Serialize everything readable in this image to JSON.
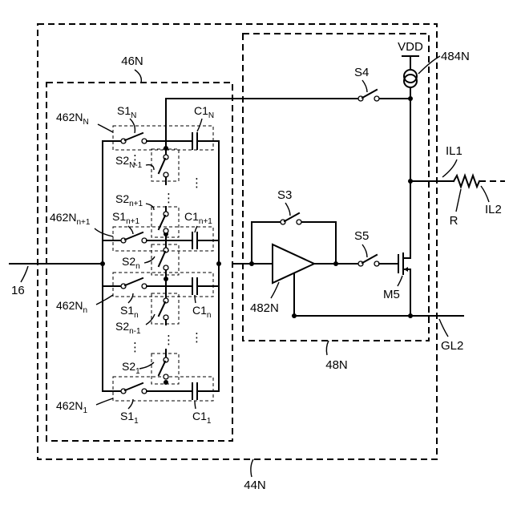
{
  "diagram": {
    "labels": {
      "vdd": "VDD",
      "ref_484n": "484N",
      "ref_46n": "46N",
      "s4": "S4",
      "s3": "S3",
      "s5": "S5",
      "il1": "IL1",
      "il2": "IL2",
      "r": "R",
      "m5": "M5",
      "ref_482n": "482N",
      "gl2": "GL2",
      "ref_48n": "48N",
      "ref_44n": "44N",
      "ref_16": "16",
      "dots": "⋮"
    },
    "sub_labels": {
      "s1_top": {
        "main": "S1",
        "sub": "N"
      },
      "c1_top": {
        "main": "C1",
        "sub": "N"
      },
      "n462_top": {
        "main": "462N",
        "sub": "N"
      },
      "s2_nm1_top": {
        "main": "S2",
        "sub": "N-1"
      },
      "s2_np1": {
        "main": "S2",
        "sub": "n+1"
      },
      "n462_np1": {
        "main": "462N",
        "sub": "n+1"
      },
      "s1_np1": {
        "main": "S1",
        "sub": "n+1"
      },
      "c1_np1": {
        "main": "C1",
        "sub": "n+1"
      },
      "s2_n": {
        "main": "S2",
        "sub": "n"
      },
      "n462_n": {
        "main": "462N",
        "sub": "n"
      },
      "s1_n": {
        "main": "S1",
        "sub": "n"
      },
      "c1_n": {
        "main": "C1",
        "sub": "n"
      },
      "s2_nm1": {
        "main": "S2",
        "sub": "n-1"
      },
      "s2_1": {
        "main": "S2",
        "sub": "1"
      },
      "n462_1": {
        "main": "462N",
        "sub": "1"
      },
      "s1_1": {
        "main": "S1",
        "sub": "1"
      },
      "c1_1": {
        "main": "C1",
        "sub": "1"
      }
    }
  }
}
